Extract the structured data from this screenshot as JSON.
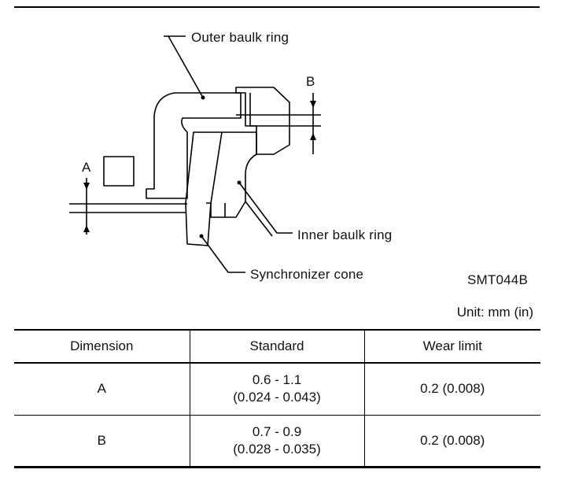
{
  "diagram": {
    "labels": {
      "outer": "Outer baulk ring",
      "inner": "Inner baulk ring",
      "cone": "Synchronizer cone",
      "dim_a": "A",
      "dim_b": "B",
      "code": "SMT044B"
    }
  },
  "unit": "Unit: mm (in)",
  "table": {
    "headers": [
      "Dimension",
      "Standard",
      "Wear limit"
    ],
    "rows": [
      {
        "dimension": "A",
        "standard_mm": "0.6 - 1.1",
        "standard_in": "(0.024 - 0.043)",
        "wear_limit": "0.2 (0.008)"
      },
      {
        "dimension": "B",
        "standard_mm": "0.7 - 0.9",
        "standard_in": "(0.028 - 0.035)",
        "wear_limit": "0.2 (0.008)"
      }
    ]
  }
}
